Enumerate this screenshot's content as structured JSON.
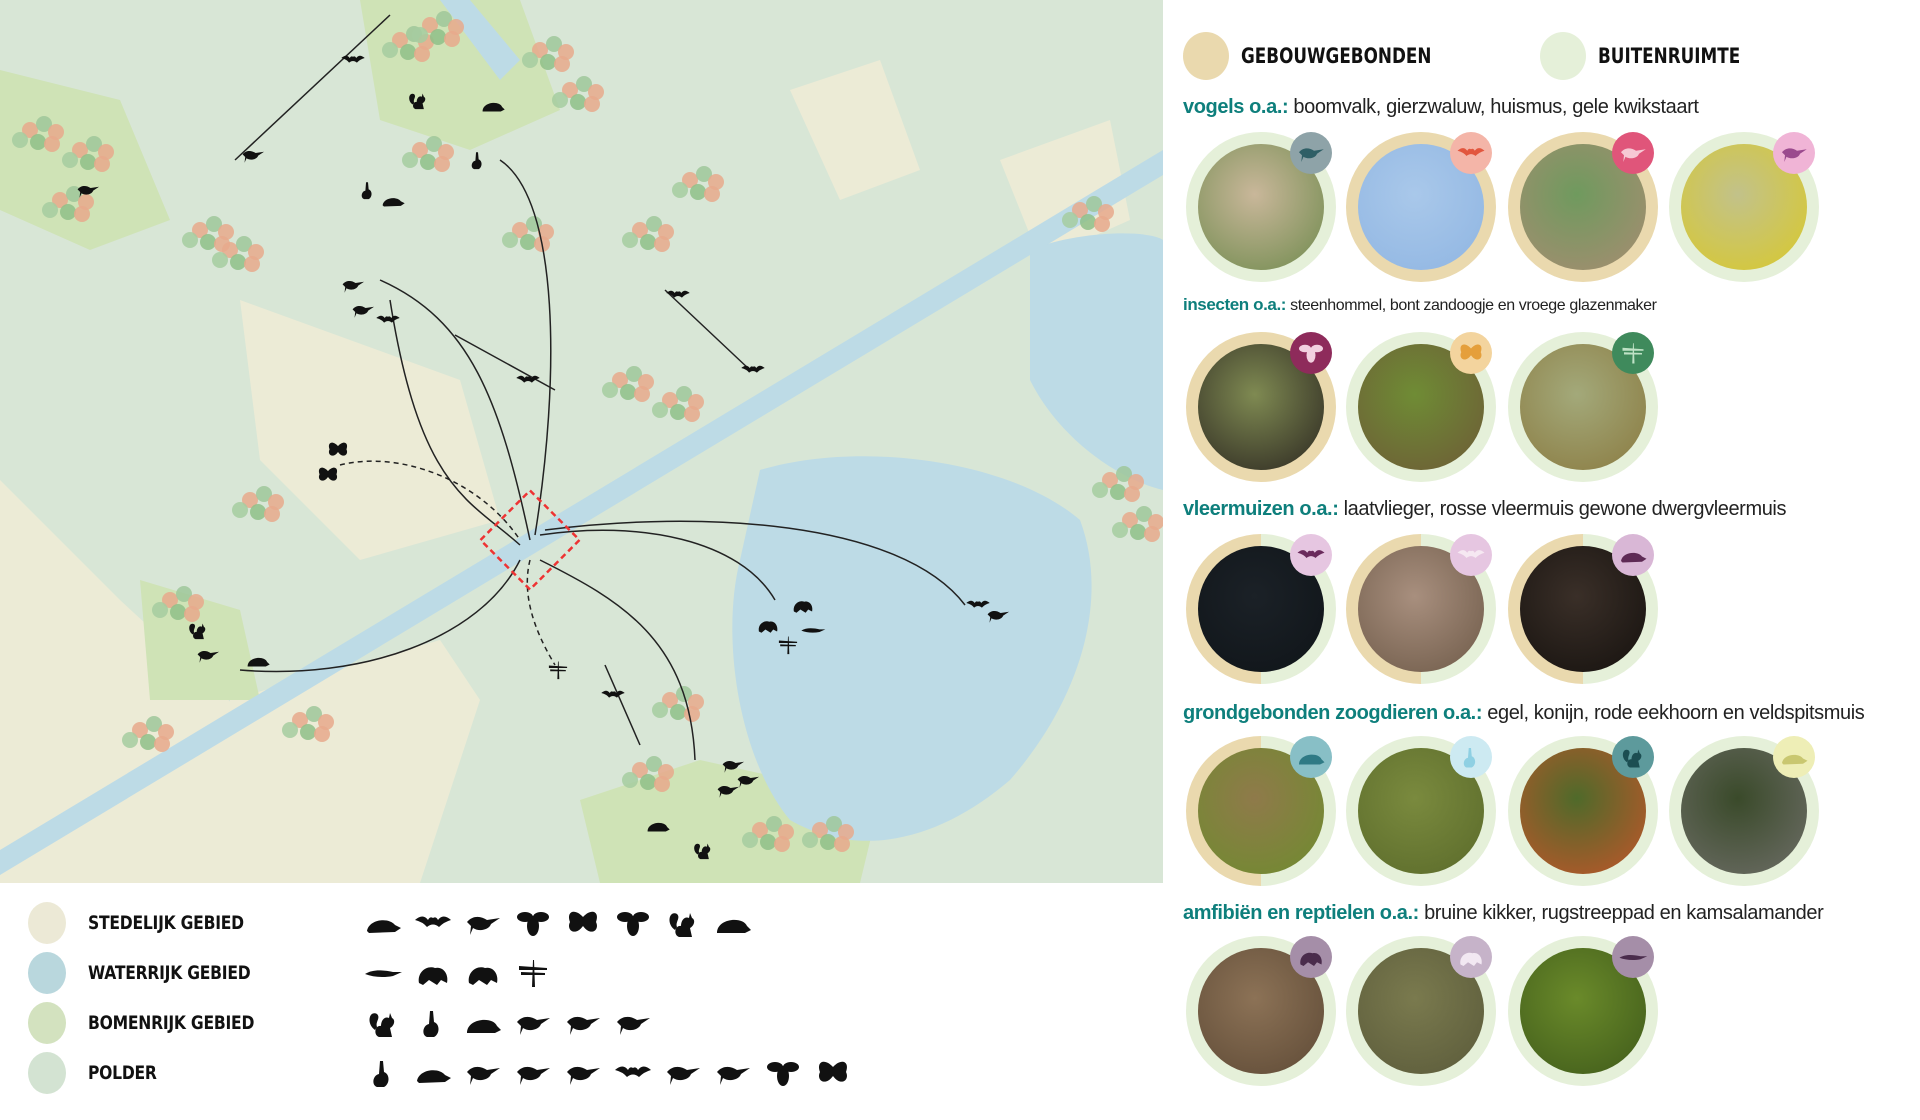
{
  "kinds": {
    "building": {
      "label": "GEBOUWGEBONDEN",
      "color": "#ead9ae"
    },
    "outdoor": {
      "label": "BUITENRUIMTE",
      "color": "#e5f0d9"
    }
  },
  "groups": [
    {
      "category": "vogels o.a.:",
      "species": " boomvalk, gierzwaluw, huismus, gele kwikstaart",
      "size": "normal",
      "photos": [
        {
          "ring": "outdoor",
          "bg": [
            "#c9b79a",
            "#6f8a4d"
          ],
          "badge": "#8ea3a8",
          "icon_color": "#2f5f66",
          "icon": "bird"
        },
        {
          "ring": "building",
          "bg": [
            "#a9c8ea",
            "#8fb5e2"
          ],
          "badge": "#f4b5a8",
          "icon_color": "#e2563e",
          "icon": "bat"
        },
        {
          "ring": "building",
          "bg": [
            "#6f9a5e",
            "#a88c72"
          ],
          "badge": "#e0557a",
          "icon_color": "#f6c8d4",
          "icon": "bird"
        },
        {
          "ring": "outdoor",
          "bg": [
            "#c2c28a",
            "#d9c92a"
          ],
          "badge": "#f0b4d6",
          "icon_color": "#9b4a8e",
          "icon": "bird"
        }
      ]
    },
    {
      "category": "insecten o.a.:",
      "species": " steenhommel, bont zandoogje en vroege glazenmaker",
      "size": "small",
      "photos": [
        {
          "ring": "building",
          "bg": [
            "#7f8a52",
            "#2b2620"
          ],
          "badge": "#8e2b5b",
          "icon_color": "#f2d0e0",
          "icon": "bee"
        },
        {
          "ring": "outdoor",
          "bg": [
            "#6f8c35",
            "#6d5a36"
          ],
          "badge": "#f3d49e",
          "icon_color": "#e59f3b",
          "icon": "butterfly"
        },
        {
          "ring": "outdoor",
          "bg": [
            "#a3a97a",
            "#8a7a40"
          ],
          "badge": "#3f8a5c",
          "icon_color": "#bfe2c6",
          "icon": "dragonfly"
        }
      ]
    },
    {
      "category": "vleermuizen o.a.:",
      "species": " laatvlieger, rosse vleermuis gewone dwergvleermuis",
      "size": "normal",
      "photos": [
        {
          "ring": "split",
          "bg": [
            "#1b2127",
            "#0f1418"
          ],
          "badge": "#e6c6e1",
          "icon_color": "#6a2a5c",
          "icon": "bat"
        },
        {
          "ring": "split",
          "bg": [
            "#a88f7e",
            "#6e5a48"
          ],
          "badge": "#e6c6e1",
          "icon_color": "#f6e8f2",
          "icon": "bat"
        },
        {
          "ring": "split",
          "bg": [
            "#3a2f28",
            "#15110e"
          ],
          "badge": "#d9b7d6",
          "icon_color": "#5e2a55",
          "icon": "mouse"
        }
      ]
    },
    {
      "category": "grondgebonden zoogdieren o.a.:",
      "species": " egel, konijn, rode eekhoorn en veldspitsmuis",
      "size": "normal",
      "photos": [
        {
          "ring": "split",
          "bg": [
            "#8f7a4a",
            "#6e8c2e"
          ],
          "badge": "#88bfc6",
          "icon_color": "#2f7a85",
          "icon": "hedgehog"
        },
        {
          "ring": "outdoor",
          "bg": [
            "#7a8a3e",
            "#5a6a2a"
          ],
          "badge": "#cdeaf2",
          "icon_color": "#8fd0e3",
          "icon": "rabbit"
        },
        {
          "ring": "outdoor",
          "bg": [
            "#4f6a2a",
            "#c2552a"
          ],
          "badge": "#5d9a9c",
          "icon_color": "#1c4e52",
          "icon": "squirrel"
        },
        {
          "ring": "outdoor",
          "bg": [
            "#3a4a2a",
            "#6e6e68"
          ],
          "badge": "#eeeeb6",
          "icon_color": "#c9c770",
          "icon": "mouse"
        }
      ]
    },
    {
      "category": "amfibiën en reptielen o.a.:",
      "species": " bruine kikker, rugstreeppad en kamsalamander",
      "size": "normal",
      "photos": [
        {
          "ring": "outdoor",
          "bg": [
            "#8c7256",
            "#5e4a36"
          ],
          "badge": "#a58ea8",
          "icon_color": "#4a2c4c",
          "icon": "frog"
        },
        {
          "ring": "outdoor",
          "bg": [
            "#7a7a4e",
            "#5a5a3a"
          ],
          "badge": "#c6b3c9",
          "icon_color": "#f2e8f2",
          "icon": "frog"
        },
        {
          "ring": "outdoor",
          "bg": [
            "#6a8a2a",
            "#3f5a1a"
          ],
          "badge": "#a58ea8",
          "icon_color": "#4a2c4c",
          "icon": "salamander"
        }
      ]
    }
  ],
  "legend": [
    {
      "label": "STEDELIJK GEBIED",
      "color": "#ece9d6",
      "icons": [
        "mouse",
        "bat",
        "bird",
        "bee",
        "butterfly",
        "bee",
        "squirrel",
        "hedgehog"
      ]
    },
    {
      "label": "WATERRIJK GEBIED",
      "color": "#b9d7dd",
      "icons": [
        "salamander",
        "frog",
        "frog",
        "dragonfly"
      ]
    },
    {
      "label": "BOMENRIJK GEBIED",
      "color": "#d3e2bf",
      "icons": [
        "squirrel",
        "rabbit",
        "hedgehog",
        "bird",
        "bird",
        "bird"
      ]
    },
    {
      "label": "POLDER",
      "color": "#d3e3d2",
      "icons": [
        "rabbit",
        "mouse",
        "bird",
        "bird",
        "bird",
        "bat",
        "bird",
        "bird",
        "bee",
        "butterfly"
      ]
    }
  ]
}
